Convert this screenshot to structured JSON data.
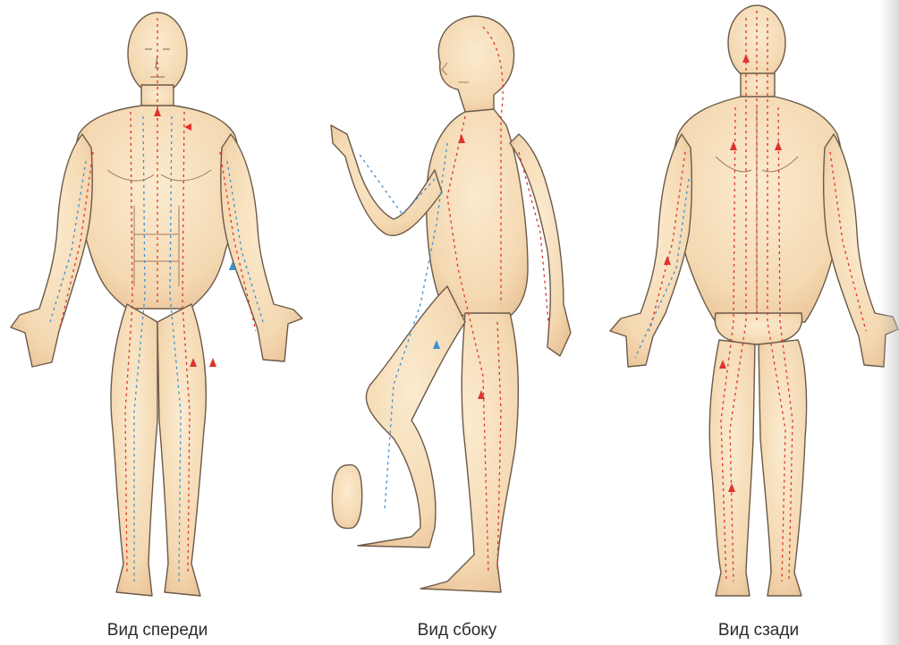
{
  "colors": {
    "skin": "#f6dfbb",
    "skin_shadow": "#e7b98a",
    "outline": "#6b5a4a",
    "yang_meridian": "#e0322b",
    "yin_meridian": "#3f8fd2"
  },
  "figures": [
    {
      "key": "front",
      "caption": "Вид спереди"
    },
    {
      "key": "side",
      "caption": "Вид сбоку"
    },
    {
      "key": "back",
      "caption": "Вид сзади"
    }
  ]
}
